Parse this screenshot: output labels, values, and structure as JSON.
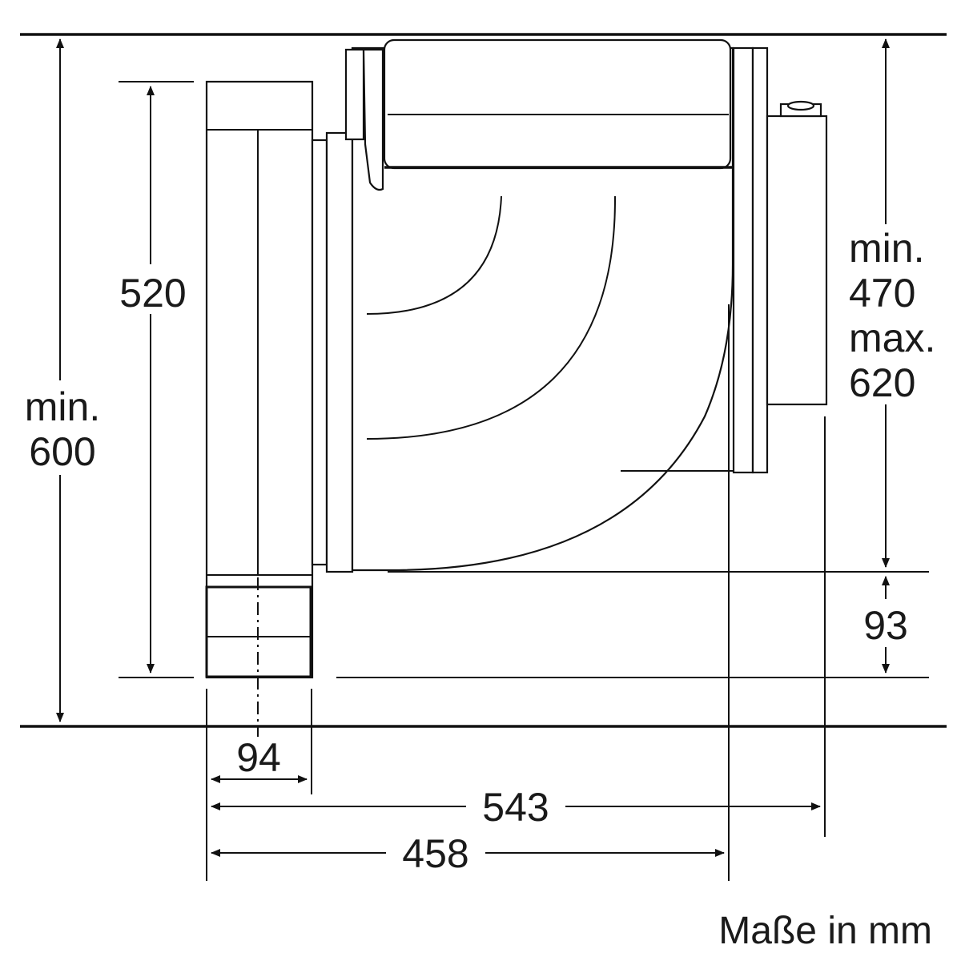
{
  "dimensions": {
    "cabinet_height": {
      "line1": "min.",
      "line2": "600"
    },
    "appliance_height": "520",
    "hood_height_range": {
      "line1": "min.",
      "line2": "470",
      "line3": "max.",
      "line4": "620"
    },
    "bottom_offset": "93",
    "filter_width": "94",
    "overall_depth": "543",
    "inner_depth": "458"
  },
  "unit_note": "Maße in mm"
}
